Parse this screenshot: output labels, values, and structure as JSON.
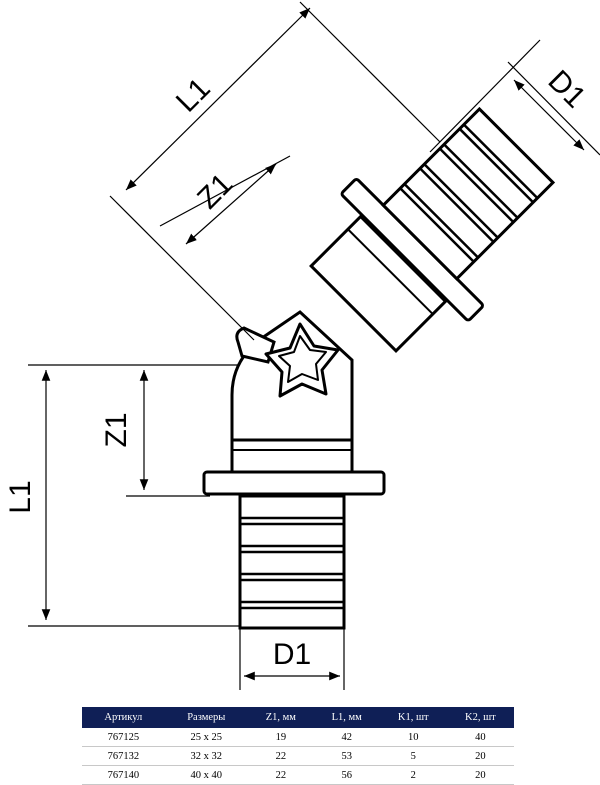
{
  "drawing": {
    "labels": {
      "angled_l1": "L1",
      "angled_z1": "Z1",
      "angled_d1": "D1",
      "vertical_l1": "L1",
      "vertical_z1": "Z1",
      "bottom_d1": "D1"
    }
  },
  "table": {
    "headers": [
      "Артикул",
      "Размеры",
      "Z1, мм",
      "L1, мм",
      "K1, шт",
      "K2, шт"
    ],
    "rows": [
      [
        "767125",
        "25 x 25",
        "19",
        "42",
        "10",
        "40"
      ],
      [
        "767132",
        "32 x 32",
        "22",
        "53",
        "5",
        "20"
      ],
      [
        "767140",
        "40 x 40",
        "22",
        "56",
        "2",
        "20"
      ]
    ],
    "colors": {
      "header_bg": "#0f1f56",
      "header_text": "#ffffff"
    }
  }
}
